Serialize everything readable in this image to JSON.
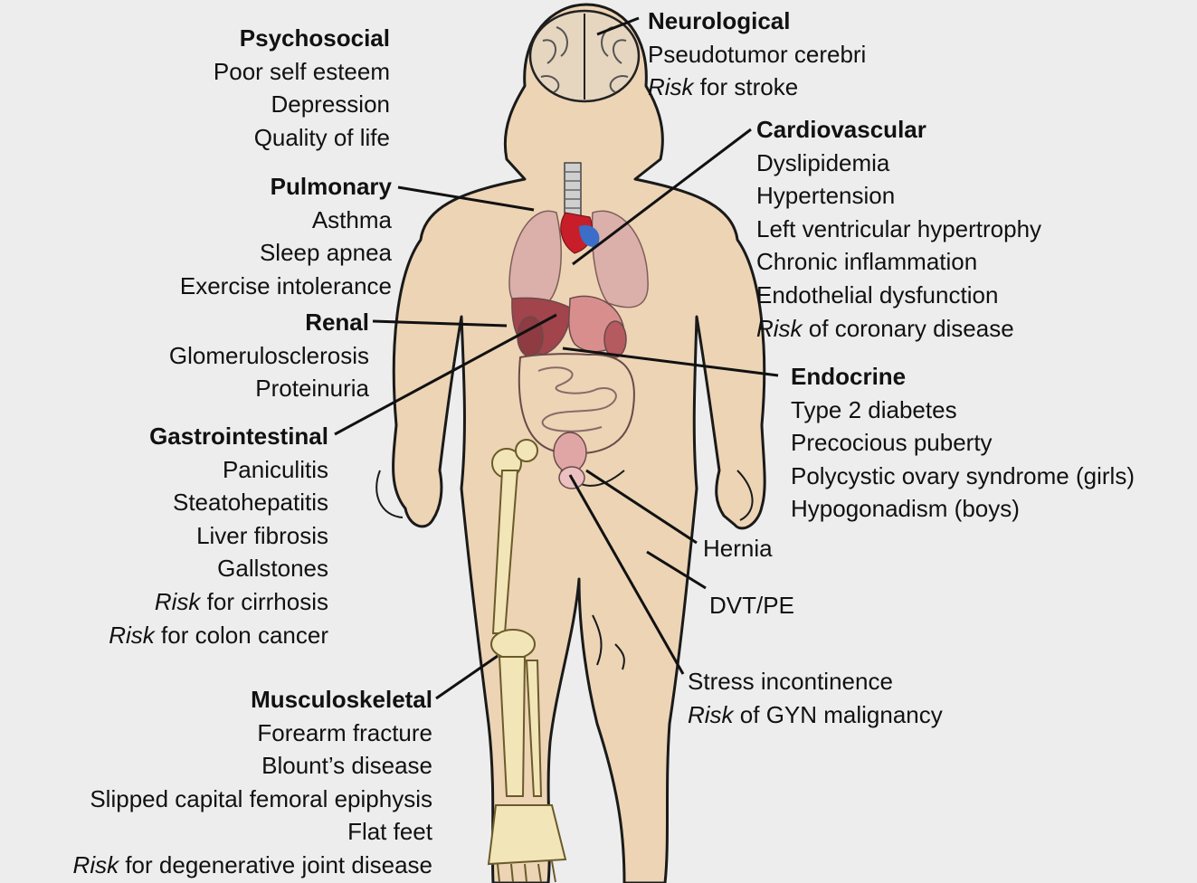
{
  "groups": [
    {
      "id": "psychosocial",
      "title": "Psychosocial",
      "items": [
        {
          "text": "Poor self esteem"
        },
        {
          "text": "Depression"
        },
        {
          "text": "Quality of life"
        }
      ]
    },
    {
      "id": "pulmonary",
      "title": "Pulmonary",
      "items": [
        {
          "text": "Asthma"
        },
        {
          "text": "Sleep apnea"
        },
        {
          "text": "Exercise intolerance"
        }
      ]
    },
    {
      "id": "renal",
      "title": "Renal",
      "items": [
        {
          "text": "Glomerulosclerosis"
        },
        {
          "text": "Proteinuria"
        }
      ]
    },
    {
      "id": "gastrointestinal",
      "title": "Gastrointestinal",
      "items": [
        {
          "text": "Paniculitis"
        },
        {
          "text": "Steatohepatitis"
        },
        {
          "text": "Liver fibrosis"
        },
        {
          "text": "Gallstones"
        },
        {
          "risk": "Risk",
          "text": " for cirrhosis"
        },
        {
          "risk": "Risk",
          "text": " for colon cancer"
        }
      ]
    },
    {
      "id": "musculoskeletal",
      "title": "Musculoskeletal",
      "items": [
        {
          "text": "Forearm fracture"
        },
        {
          "text": "Blount’s disease"
        },
        {
          "text": "Slipped capital femoral epiphysis"
        },
        {
          "text": "Flat feet"
        },
        {
          "risk": "Risk",
          "text": " for degenerative joint disease"
        }
      ]
    },
    {
      "id": "neurological",
      "title": "Neurological",
      "items": [
        {
          "text": "Pseudotumor cerebri"
        },
        {
          "risk": "Risk",
          "text": " for stroke"
        }
      ]
    },
    {
      "id": "cardiovascular",
      "title": "Cardiovascular",
      "items": [
        {
          "text": "Dyslipidemia"
        },
        {
          "text": "Hypertension"
        },
        {
          "text": "Left ventricular hypertrophy"
        },
        {
          "text": "Chronic inflammation"
        },
        {
          "text": "Endothelial dysfunction"
        },
        {
          "risk": "Risk",
          "text": " of coronary disease"
        }
      ]
    },
    {
      "id": "endocrine",
      "title": "Endocrine",
      "items": [
        {
          "text": "Type 2 diabetes"
        },
        {
          "text": "Precocious puberty"
        },
        {
          "text": "Polycystic ovary syndrome (girls)"
        },
        {
          "text": "Hypogonadism (boys)"
        }
      ]
    },
    {
      "id": "hernia",
      "title": "",
      "items": [
        {
          "text": "Hernia"
        }
      ]
    },
    {
      "id": "dvt",
      "title": "",
      "items": [
        {
          "text": "DVT/PE"
        }
      ]
    },
    {
      "id": "gyn",
      "title": "",
      "items": [
        {
          "text": "Stress incontinence"
        },
        {
          "risk": "Risk",
          "text": " of GYN malignancy"
        }
      ]
    }
  ]
}
